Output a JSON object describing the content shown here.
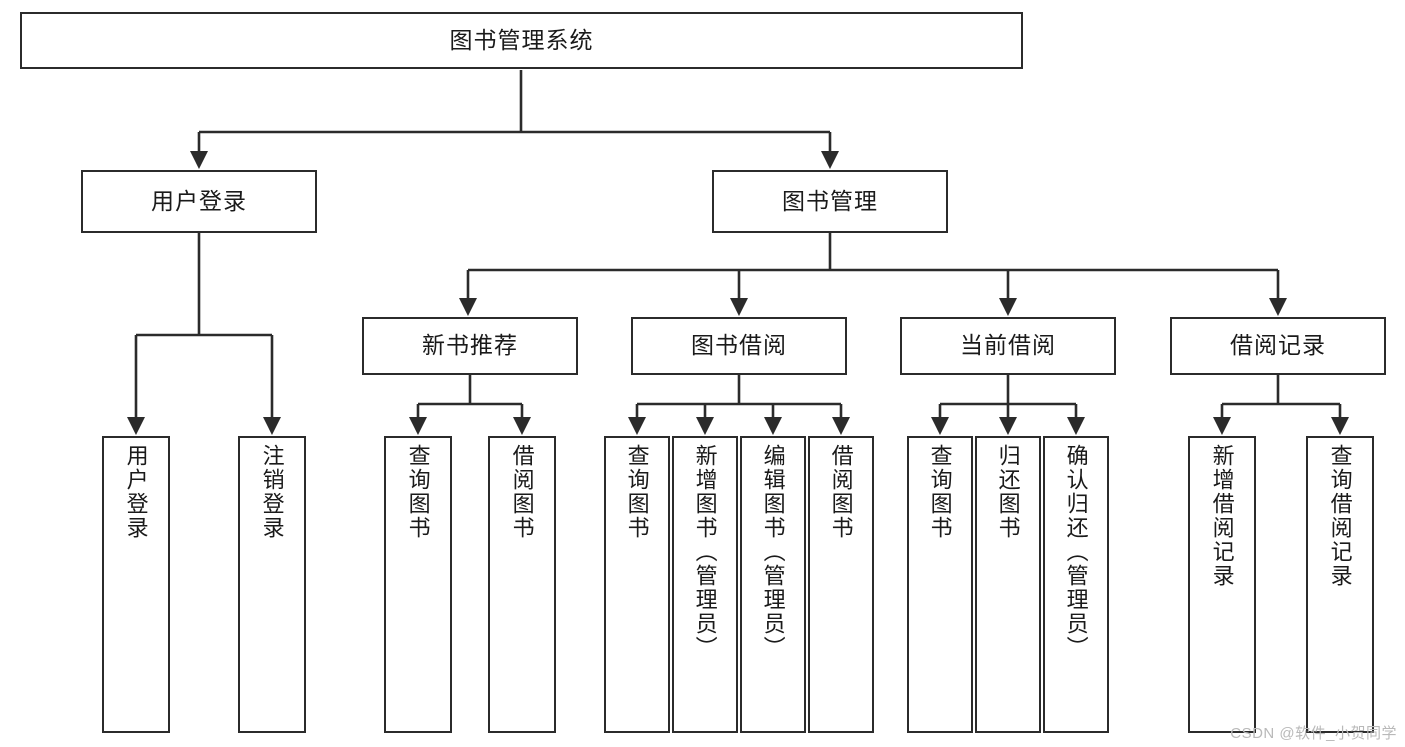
{
  "diagram": {
    "title": "图书管理系统",
    "colors": {
      "node_border": "#2b2b2b",
      "node_fill": "#ffffff",
      "edge": "#2b2b2b",
      "text": "#1a1a1a",
      "watermark": "#b9b9b9",
      "background": "#ffffff"
    },
    "root": {
      "label": "图书管理系统"
    },
    "level2": [
      {
        "label": "用户登录"
      },
      {
        "label": "图书管理"
      }
    ],
    "level3": [
      {
        "label": "新书推荐"
      },
      {
        "label": "图书借阅"
      },
      {
        "label": "当前借阅"
      },
      {
        "label": "借阅记录"
      }
    ],
    "leaves": {
      "user_login": [
        {
          "label": "用户登录"
        },
        {
          "label": "注销登录"
        }
      ],
      "new_book_recommend": [
        {
          "label": "查询图书"
        },
        {
          "label": "借阅图书"
        }
      ],
      "book_borrow": [
        {
          "label": "查询图书"
        },
        {
          "label": "新增图书（管理员）"
        },
        {
          "label": "编辑图书（管理员）"
        },
        {
          "label": "借阅图书"
        }
      ],
      "current_borrow": [
        {
          "label": "查询图书"
        },
        {
          "label": "归还图书"
        },
        {
          "label": "确认归还（管理员）"
        }
      ],
      "borrow_record": [
        {
          "label": "新增借阅记录"
        },
        {
          "label": "查询借阅记录"
        }
      ]
    }
  },
  "watermark": {
    "text": "CSDN @软件_小贺同学"
  }
}
